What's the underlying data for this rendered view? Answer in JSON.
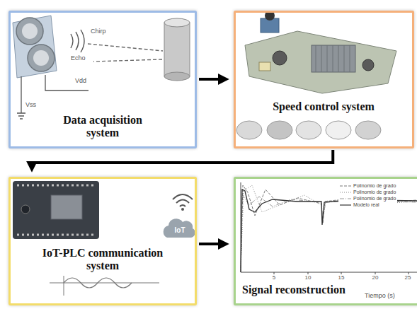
{
  "diagram": {
    "nodes": [
      {
        "text": [
          "Data acquisition system"
        ]
      },
      {
        "text": [
          "Speed control system"
        ]
      },
      {
        "text": [
          "IoT-PLC communication system"
        ]
      },
      {
        "text": [
          "Signal reconstruction"
        ]
      }
    ],
    "edges": [
      {
        "from": 0,
        "to": 1,
        "arrow": "to"
      },
      {
        "from": 1,
        "to": 2,
        "arrow": "to"
      },
      {
        "from": 2,
        "to": 3,
        "arrow": "to"
      }
    ],
    "labels": [
      "Chirp",
      "Echo",
      "Vdd",
      "Vss",
      "IoT",
      "5",
      "10",
      "15",
      "20",
      "25",
      "Tiempo (s)"
    ],
    "legend": [
      {
        "text": "Polinomio de grado"
      },
      {
        "text": "Polinomio de grado"
      },
      {
        "text": "Polinomio de grado"
      },
      {
        "text": "Modelo real"
      }
    ]
  }
}
